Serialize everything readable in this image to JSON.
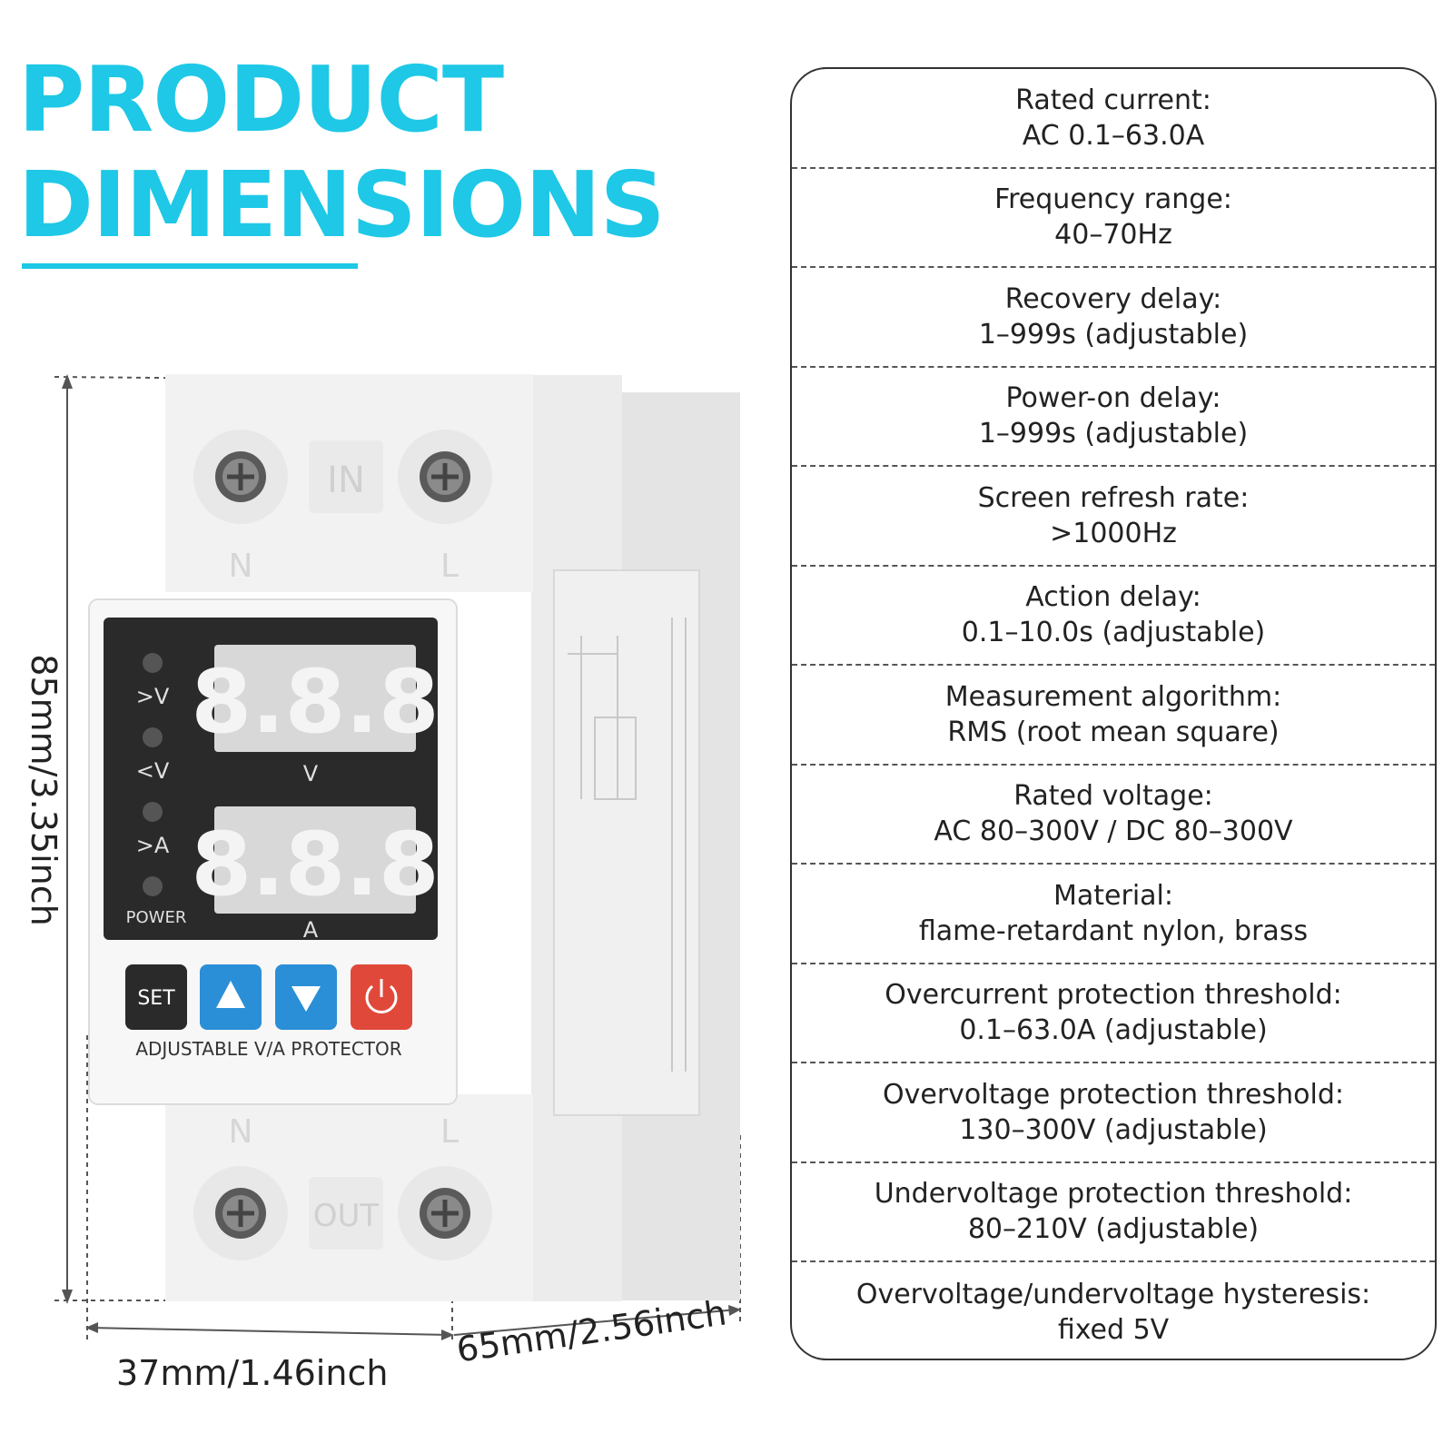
{
  "title": {
    "line1": "PRODUCT",
    "line2": "DIMENSIONS"
  },
  "dimensions": {
    "height": "85mm/3.35inch",
    "width": "37mm/1.46inch",
    "depth": "65mm/2.56inch"
  },
  "device": {
    "label_in": "IN",
    "label_out": "OUT",
    "terminal_n": "N",
    "terminal_l": "L",
    "indicator_over_v": ">V",
    "indicator_under_v": "<V",
    "indicator_over_a": ">A",
    "indicator_power": "POWER",
    "display_top": "8.8.8",
    "display_bottom": "8.8.8",
    "unit_v": "V",
    "unit_a": "A",
    "button_set": "SET",
    "product_label": "ADJUSTABLE V/A PROTECTOR"
  },
  "specs": [
    {
      "label": "Rated current:",
      "value": "AC 0.1–63.0A"
    },
    {
      "label": "Frequency range:",
      "value": "40–70Hz"
    },
    {
      "label": "Recovery delay:",
      "value": "1–999s (adjustable)"
    },
    {
      "label": "Power-on delay:",
      "value": "1–999s (adjustable)"
    },
    {
      "label": "Screen refresh rate:",
      "value": ">1000Hz"
    },
    {
      "label": "Action delay:",
      "value": "0.1–10.0s (adjustable)"
    },
    {
      "label": "Measurement algorithm:",
      "value": "RMS (root mean square)"
    },
    {
      "label": "Rated voltage:",
      "value": "AC 80–300V / DC 80–300V"
    },
    {
      "label": "Material:",
      "value": "flame-retardant nylon, brass"
    },
    {
      "label": "Overcurrent protection threshold:",
      "value": "0.1–63.0A (adjustable)"
    },
    {
      "label": "Overvoltage protection threshold:",
      "value": "130–300V (adjustable)"
    },
    {
      "label": "Undervoltage protection threshold:",
      "value": "80–210V (adjustable)"
    },
    {
      "label": "Overvoltage/undervoltage hysteresis:",
      "value": "fixed 5V"
    }
  ],
  "colors": {
    "accent": "#1ec8e6",
    "button_blue": "#2a8fd6",
    "button_red": "#e0493a",
    "display_bg": "#2a2a2a"
  }
}
